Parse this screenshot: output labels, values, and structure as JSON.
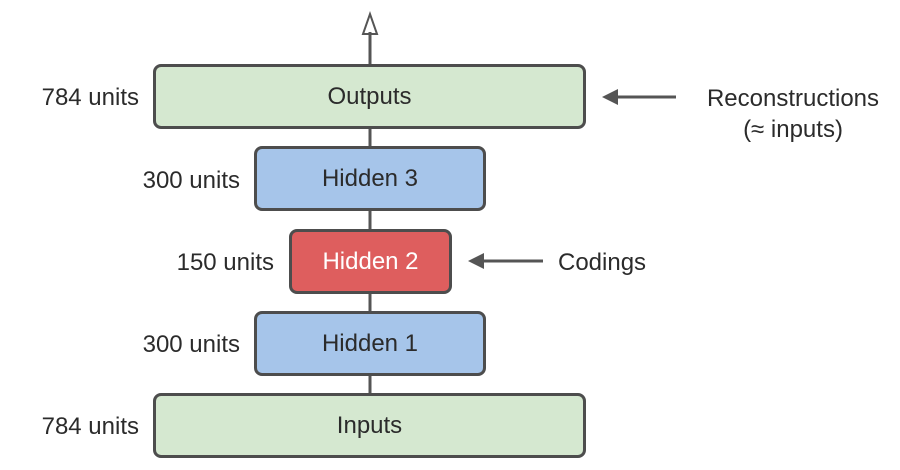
{
  "diagram": {
    "layers": [
      {
        "id": "outputs",
        "label": "Outputs",
        "units": "784 units",
        "color": "#d5e8d0"
      },
      {
        "id": "hidden3",
        "label": "Hidden 3",
        "units": "300 units",
        "color": "#a6c5ea"
      },
      {
        "id": "hidden2",
        "label": "Hidden 2",
        "units": "150 units",
        "color": "#de5e5e"
      },
      {
        "id": "hidden1",
        "label": "Hidden 1",
        "units": "300 units",
        "color": "#a6c5ea"
      },
      {
        "id": "inputs",
        "label": "Inputs",
        "units": "784 units",
        "color": "#d5e8d0"
      }
    ],
    "annotations": {
      "reconstructions": {
        "line1": "Reconstructions",
        "line2": "(≈ inputs)"
      },
      "codings": "Codings"
    }
  }
}
